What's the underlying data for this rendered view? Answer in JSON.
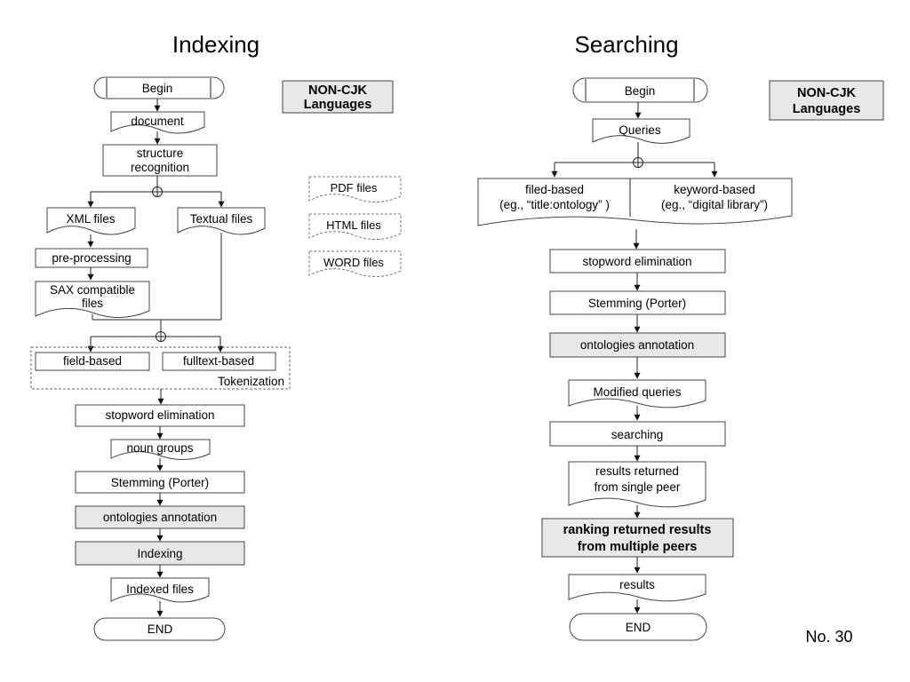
{
  "indexing": {
    "title": "Indexing",
    "begin": "Begin",
    "document": "document",
    "structure_recognition": [
      "structure",
      "recognition"
    ],
    "xml_files": "XML files",
    "textual_files": "Textual files",
    "pre_processing": "pre-processing",
    "sax_files": [
      "SAX compatible",
      "files"
    ],
    "field_based": "field-based",
    "fulltext_based": "fulltext-based",
    "tokenization": "Tokenization",
    "stopword": "stopword elimination",
    "noun_groups": "noun groups",
    "stemming": "Stemming (Porter)",
    "ontologies": "ontologies annotation",
    "indexing_step": "Indexing",
    "indexed_files": "Indexed files",
    "end": "END",
    "non_cjk": [
      "NON-CJK",
      "Languages"
    ],
    "file_types": [
      "PDF files",
      "HTML files",
      "WORD files"
    ]
  },
  "searching": {
    "title": "Searching",
    "begin": "Begin",
    "queries": "Queries",
    "filed_based": [
      "filed-based",
      "(eg., “title:ontology” )"
    ],
    "keyword_based": [
      "keyword-based",
      "(eg., “digital library”)"
    ],
    "stopword": "stopword elimination",
    "stemming": "Stemming (Porter)",
    "ontologies": "ontologies annotation",
    "modified_queries": "Modified queries",
    "searching_step": "searching",
    "results_single": [
      "results returned",
      "from single peer"
    ],
    "ranking": [
      "ranking returned results",
      "from multiple peers"
    ],
    "results": "results",
    "end": "END",
    "non_cjk": [
      "NON-CJK",
      "Languages"
    ]
  },
  "page_number": "No. 30"
}
